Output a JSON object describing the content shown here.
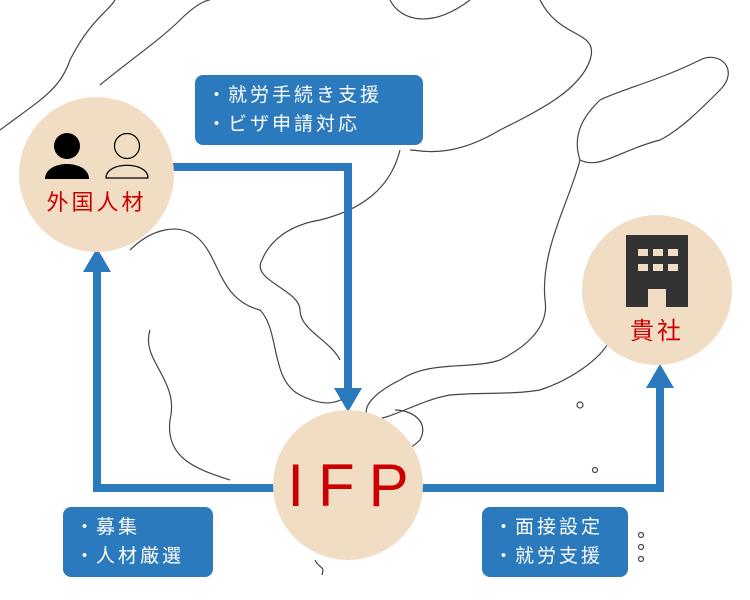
{
  "nodes": {
    "foreign_talent": {
      "label": "外国人材"
    },
    "ifp": {
      "label": "IFP"
    },
    "company": {
      "label": "貴社"
    }
  },
  "boxes": {
    "top": [
      "就労手続き支援",
      "ビザ申請対応"
    ],
    "left": [
      "募集",
      "人材厳選"
    ],
    "right": [
      "面接設定",
      "就労支援"
    ]
  },
  "colors": {
    "accent": "#2a7abd",
    "circle": "#f1dcc4",
    "label": "#cc0000"
  }
}
